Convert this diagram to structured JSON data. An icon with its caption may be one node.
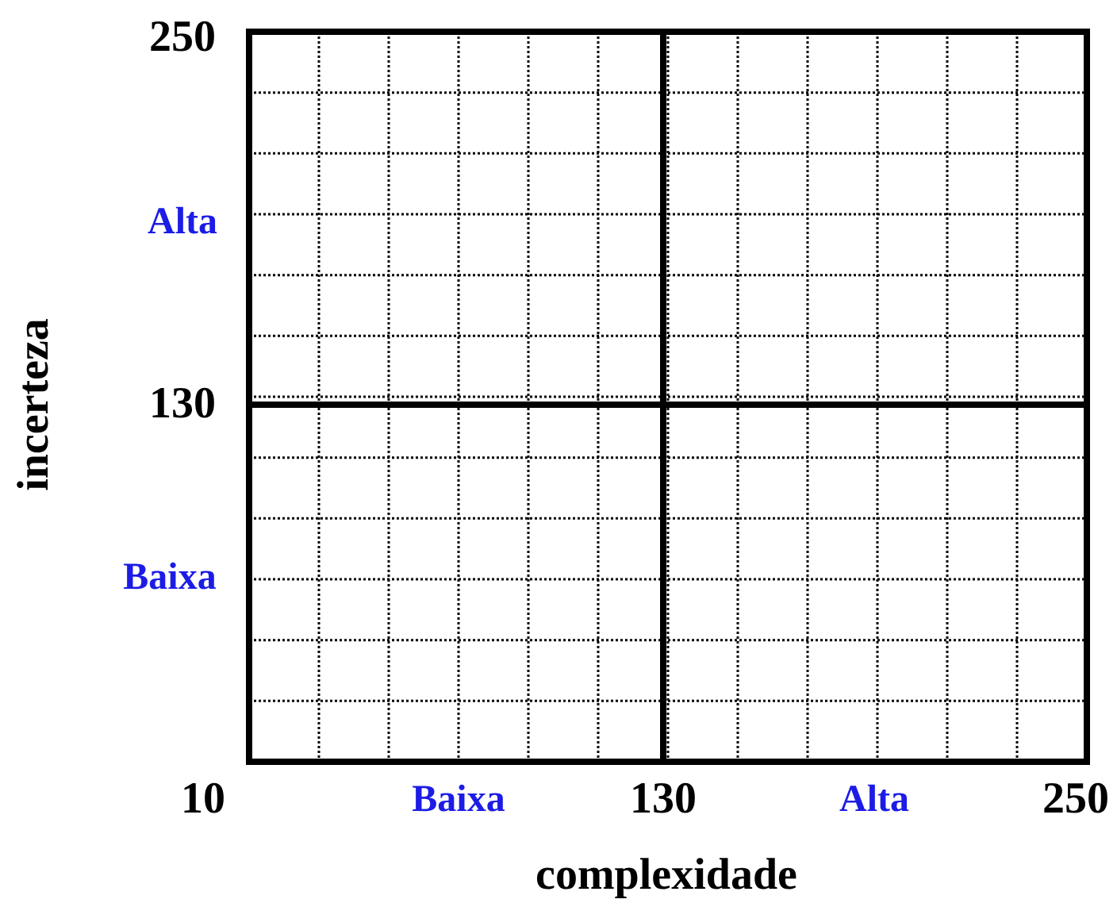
{
  "diagram": {
    "labels": [
      "250",
      "Alta",
      "130",
      "incerteza",
      "Baixa",
      "10",
      "Baixa",
      "130",
      "Alta",
      "250",
      "complexidade"
    ]
  }
}
